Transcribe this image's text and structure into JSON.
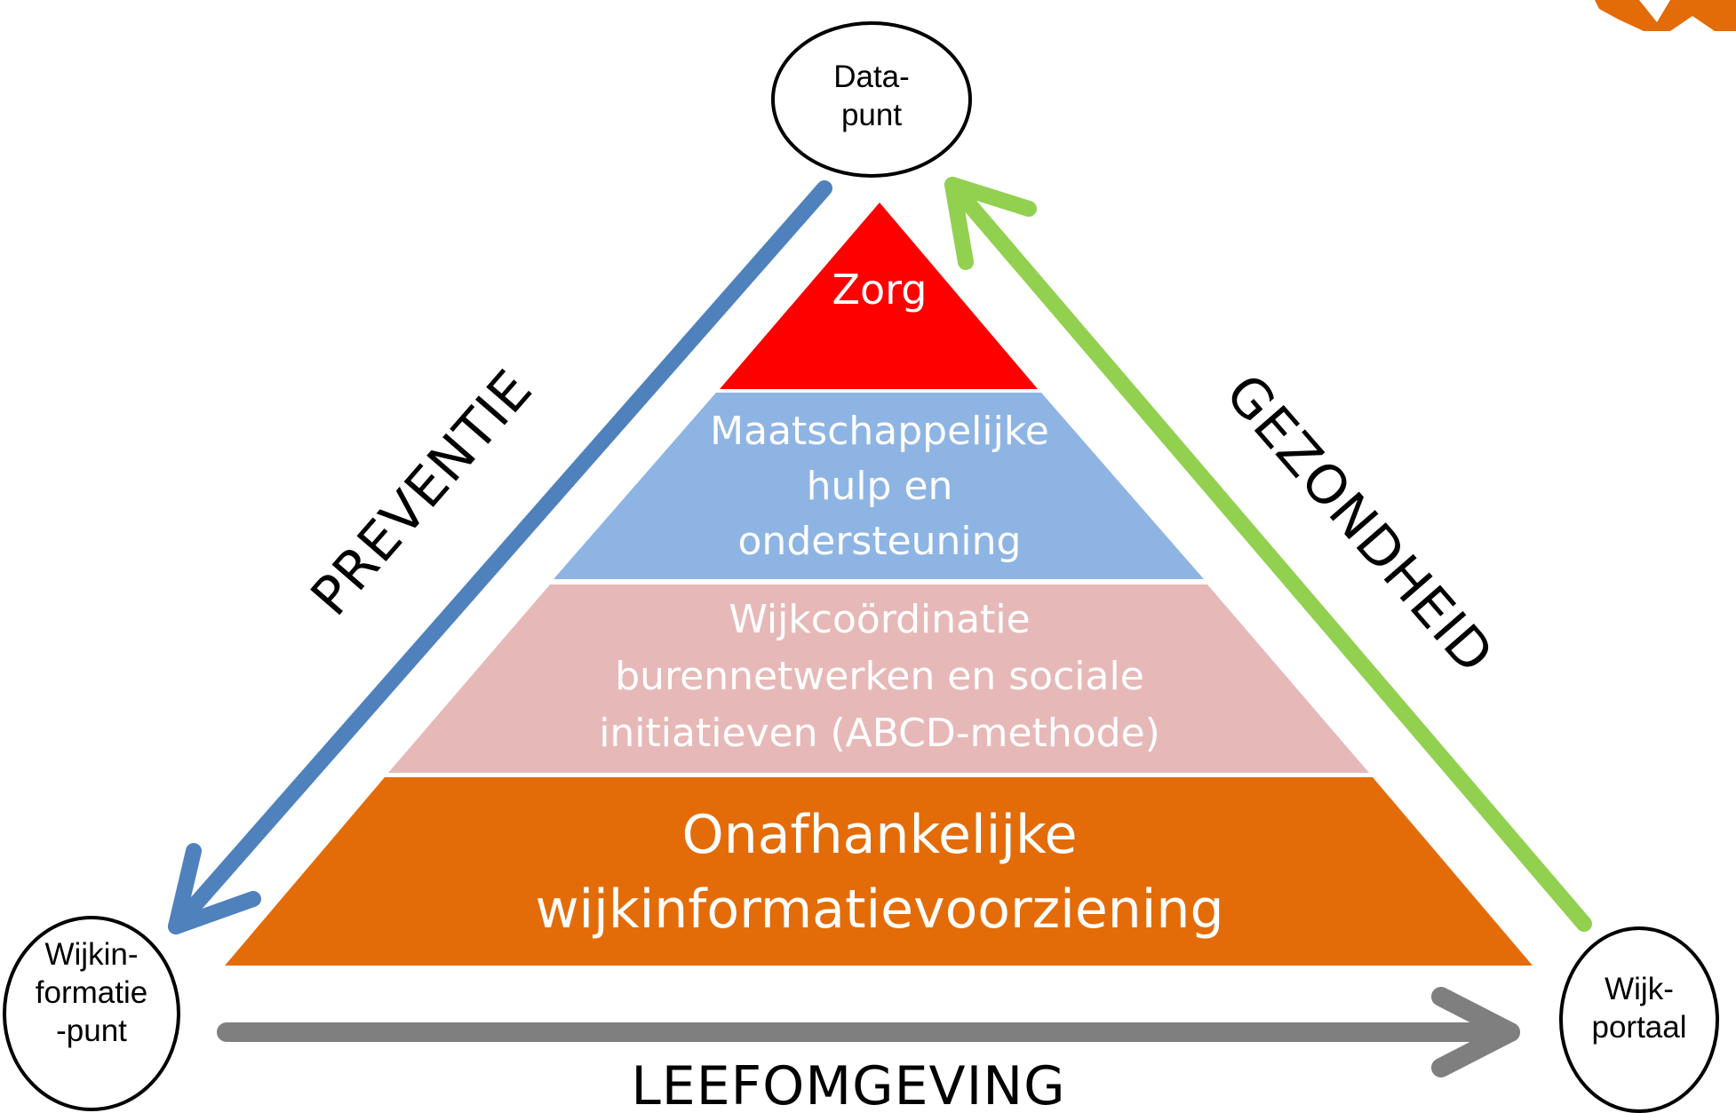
{
  "nodes": {
    "top": "Data-\npunt",
    "left": "Wijkin-\nformatie\n-punt",
    "right": "Wijk-\nportaal"
  },
  "layers": [
    {
      "label": "Zorg",
      "color": "#ff0000"
    },
    {
      "label": "Maatschappelijke\nhulp en\nondersteuning",
      "color": "#8eb4e3"
    },
    {
      "label": "Wijkcoördinatie\nburennetwerken en sociale\ninitiatieven (ABCD-methode)",
      "color": "#e6b9b8"
    },
    {
      "label": "Onafhankelijke\nwijkinformatievoorziening",
      "color": "#e36c09"
    }
  ],
  "edges": {
    "left": {
      "label": "PREVENTIE",
      "color": "#4f81bd"
    },
    "right": {
      "label": "GEZONDHEID",
      "color": "#92d050"
    },
    "bottom": {
      "label": "LEEFOMGEVING",
      "color": "#7f7f7f"
    }
  },
  "corner_shape_color": "#e36c09"
}
